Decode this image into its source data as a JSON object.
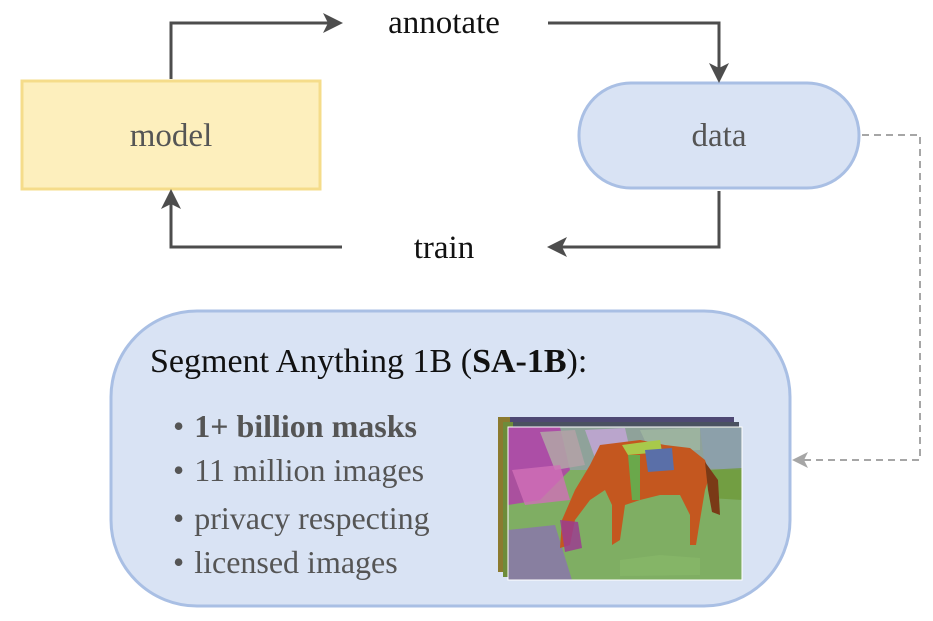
{
  "nodes": {
    "model": {
      "label": "model",
      "fill": "#fdefbd",
      "stroke": "#f5dc8a"
    },
    "data": {
      "label": "data",
      "fill": "#d9e3f4",
      "stroke": "#a9bfe4"
    }
  },
  "edges": {
    "annotate": "annotate",
    "train": "train"
  },
  "dataset": {
    "title_prefix": "Segment Anything 1B (",
    "title_bold": "SA-1B",
    "title_suffix": "):",
    "bullets": [
      {
        "text": "1+ billion masks",
        "bold": true
      },
      {
        "text": "11 million images",
        "bold": false
      },
      {
        "text": "privacy respecting",
        "bold": false
      },
      {
        "text": "licensed images",
        "bold": false
      }
    ],
    "bullet_symbol": "•",
    "fill": "#d9e3f4",
    "stroke": "#a9bfe4"
  },
  "colors": {
    "arrow": "#4d4d4d",
    "dashed_arrow": "#a6a6a6"
  }
}
